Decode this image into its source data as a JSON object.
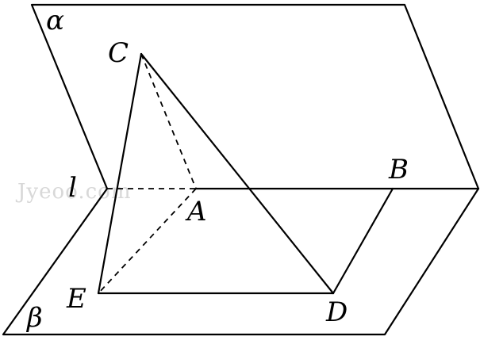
{
  "labels": {
    "plane_alpha": "α",
    "plane_beta": "β",
    "line_l": "l",
    "point_a": "A",
    "point_b": "B",
    "point_c": "C",
    "point_d": "D",
    "point_e": "E"
  },
  "watermark": "Jyeoo.com"
}
